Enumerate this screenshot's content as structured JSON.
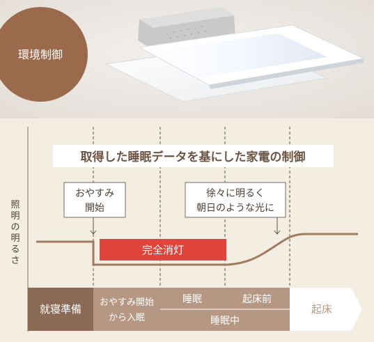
{
  "badge": {
    "label": "環境制御"
  },
  "diagram": {
    "title": "取得した睡眠データを基にした家電の制御",
    "y_axis_label": "照明の明るさ",
    "callouts": [
      {
        "lines": [
          "おやすみ",
          "開始"
        ]
      },
      {
        "lines": [
          "徐々に明るく",
          "朝日のような光に"
        ]
      }
    ],
    "bar_label": "完全消灯",
    "phases": {
      "p1": "就寝準備",
      "p2_line1": "おやすみ開始",
      "p2_line2": "から入眠",
      "p3": "睡眠",
      "p4": "起床前",
      "sleep_span": "睡眠中",
      "p5": "起床"
    },
    "colors": {
      "brown_dark": "#8b6a55",
      "brown_mid": "#b59783",
      "red": "#e0443a",
      "curve": "#a07b5e",
      "badge": "#9b6a4d"
    }
  }
}
